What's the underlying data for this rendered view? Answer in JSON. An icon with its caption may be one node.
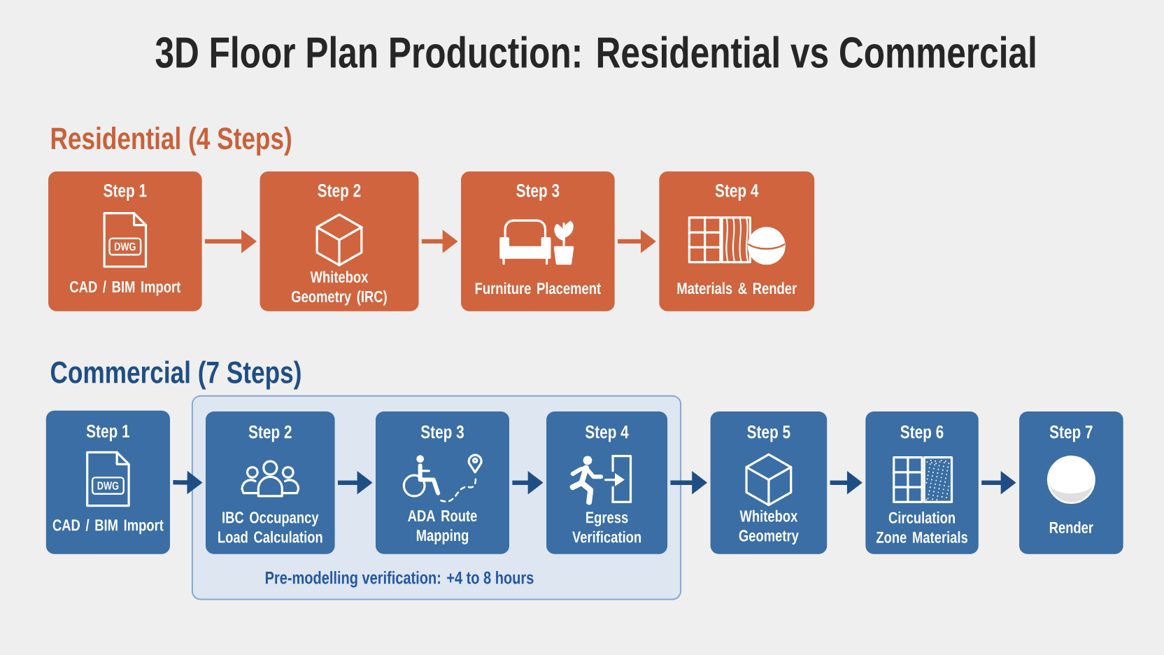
{
  "diagram": {
    "title": "3D Floor Plan Production: Residential vs Commercial",
    "nodes": [
      {
        "text": [
          "Step 1",
          "CAD / BIM Import"
        ]
      },
      {
        "text": [
          "Step 2",
          "Whitebox Geometry (IRC)"
        ]
      },
      {
        "text": [
          "Step 3",
          "Furniture Placement"
        ]
      },
      {
        "text": [
          "Step 4",
          "Materials & Render"
        ]
      },
      {
        "text": [
          "Step 1",
          "CAD / BIM Import"
        ]
      },
      {
        "text": [
          "Pre-modelling verification: +4 to 8 hours"
        ]
      },
      {
        "text": [
          "Step 2",
          "IBC Occupancy Load Calculation"
        ],
        "in": 5
      },
      {
        "text": [
          "Step 3",
          "ADA Route Mapping"
        ],
        "in": 5
      },
      {
        "text": [
          "Step 4",
          "Egress Verification"
        ],
        "in": 5
      },
      {
        "text": [
          "Step 5",
          "Whitebox Geometry"
        ]
      },
      {
        "text": [
          "Step 6",
          "Circulation Zone Materials"
        ]
      },
      {
        "text": [
          "Step 7",
          "Render"
        ]
      }
    ],
    "edges": [
      {
        "from": 0,
        "to": 1,
        "arrow": "to",
        "color": "#d0643f"
      },
      {
        "from": 1,
        "to": 2,
        "arrow": "to",
        "color": "#d0643f"
      },
      {
        "from": 2,
        "to": 3,
        "arrow": "to",
        "color": "#d0643f"
      },
      {
        "from": 4,
        "to": 6,
        "arrow": "to"
      },
      {
        "from": 6,
        "to": 7,
        "arrow": "to"
      },
      {
        "from": 7,
        "to": 8,
        "arrow": "to"
      },
      {
        "from": 8,
        "to": 9,
        "arrow": "to"
      },
      {
        "from": 9,
        "to": 10,
        "arrow": "to"
      },
      {
        "from": 10,
        "to": 11,
        "arrow": "to"
      }
    ],
    "labels": [
      "Residential (4 Steps)",
      "DWG",
      "Commercial (7 Steps)",
      "DWG"
    ]
  }
}
